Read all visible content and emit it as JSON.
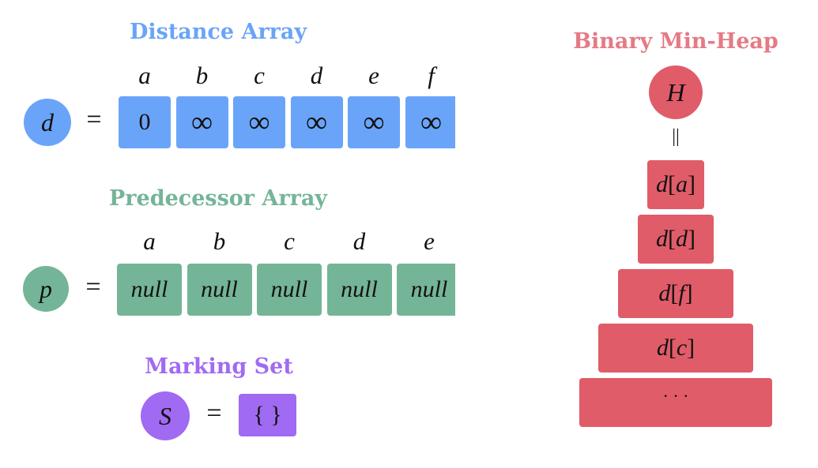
{
  "colors": {
    "distance": "#6aa4f8",
    "predecessor": "#74b597",
    "marking": "#a06af2",
    "heap": "#e05c69",
    "heap_title": "#e57a85"
  },
  "distance": {
    "title": "Distance Array",
    "symbol": "d",
    "equals": "=",
    "labels": [
      "a",
      "b",
      "c",
      "d",
      "e",
      "f"
    ],
    "values": [
      "0",
      "∞",
      "∞",
      "∞",
      "∞",
      "∞"
    ]
  },
  "predecessor": {
    "title": "Predecessor Array",
    "symbol": "p",
    "equals": "=",
    "labels": [
      "a",
      "b",
      "c",
      "d",
      "e"
    ],
    "values": [
      "null",
      "null",
      "null",
      "null",
      "null"
    ]
  },
  "marking": {
    "title": "Marking Set",
    "symbol": "S",
    "equals": "=",
    "value": "{ }"
  },
  "heap": {
    "title": "Binary Min-Heap",
    "symbol": "H",
    "equivalence": "||",
    "items": [
      {
        "name": "d",
        "index": "a"
      },
      {
        "name": "d",
        "index": "d"
      },
      {
        "name": "d",
        "index": "f"
      },
      {
        "name": "d",
        "index": "c"
      }
    ],
    "ellipsis": "· · ·"
  }
}
